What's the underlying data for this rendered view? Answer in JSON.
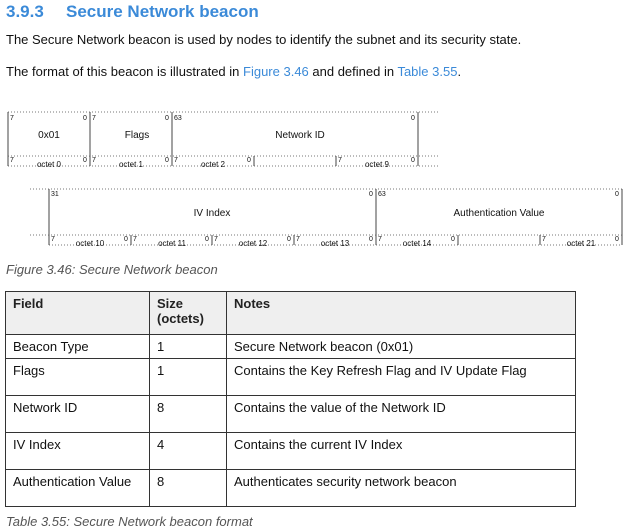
{
  "section": {
    "number": "3.9.3",
    "title": "Secure Network beacon"
  },
  "paragraphs": {
    "intro": "The Secure Network beacon is used by nodes to identify the subnet and its security state.",
    "format_prefix": "The format of this beacon is illustrated in ",
    "figure_link": "Figure 3.46",
    "format_mid": " and defined in ",
    "table_link": "Table 3.55",
    "format_suffix": "."
  },
  "diagram": {
    "row1": {
      "fields": [
        {
          "label": "0x01",
          "hi_bit": "7",
          "lo_bit": "0"
        },
        {
          "label": "Flags",
          "hi_bit": "7",
          "lo_bit": "0"
        },
        {
          "label": "Network ID",
          "hi_bit": "63",
          "lo_bit": "0"
        }
      ],
      "octets": [
        {
          "hi": "7",
          "label": "octet 0",
          "lo": "0"
        },
        {
          "hi": "7",
          "label": "octet 1",
          "lo": "0"
        },
        {
          "hi": "7",
          "label": "octet 2",
          "lo": "0"
        },
        {
          "hi": "7",
          "label": "octet 9",
          "lo": "0"
        }
      ]
    },
    "row2": {
      "fields": [
        {
          "label": "IV Index",
          "hi_bit": "31",
          "lo_bit": "0"
        },
        {
          "label": "Authentication Value",
          "hi_bit": "63",
          "lo_bit": "0"
        }
      ],
      "octets": [
        {
          "hi": "7",
          "label": "octet 10",
          "lo": "0"
        },
        {
          "hi": "7",
          "label": "octet 11",
          "lo": "0"
        },
        {
          "hi": "7",
          "label": "octet 12",
          "lo": "0"
        },
        {
          "hi": "7",
          "label": "octet 13",
          "lo": "0"
        },
        {
          "hi": "7",
          "label": "octet 14",
          "lo": "0"
        },
        {
          "hi": "7",
          "label": "octet 21",
          "lo": "0"
        }
      ]
    }
  },
  "figure_caption": "Figure 3.46: Secure Network beacon",
  "table": {
    "headers": {
      "field": "Field",
      "size": "Size (octets)",
      "notes": "Notes"
    },
    "rows": [
      {
        "field": "Beacon Type",
        "size": "1",
        "notes": "Secure Network beacon (0x01)"
      },
      {
        "field": "Flags",
        "size": "1",
        "notes": "Contains the Key Refresh Flag and IV Update Flag"
      },
      {
        "field": "Network ID",
        "size": "8",
        "notes": "Contains the value of the Network ID"
      },
      {
        "field": "IV Index",
        "size": "4",
        "notes": "Contains the current IV Index"
      },
      {
        "field": "Authentication Value",
        "size": "8",
        "notes": "Authenticates security network beacon"
      }
    ]
  },
  "table_caption": "Table 3.55: Secure Network beacon format"
}
